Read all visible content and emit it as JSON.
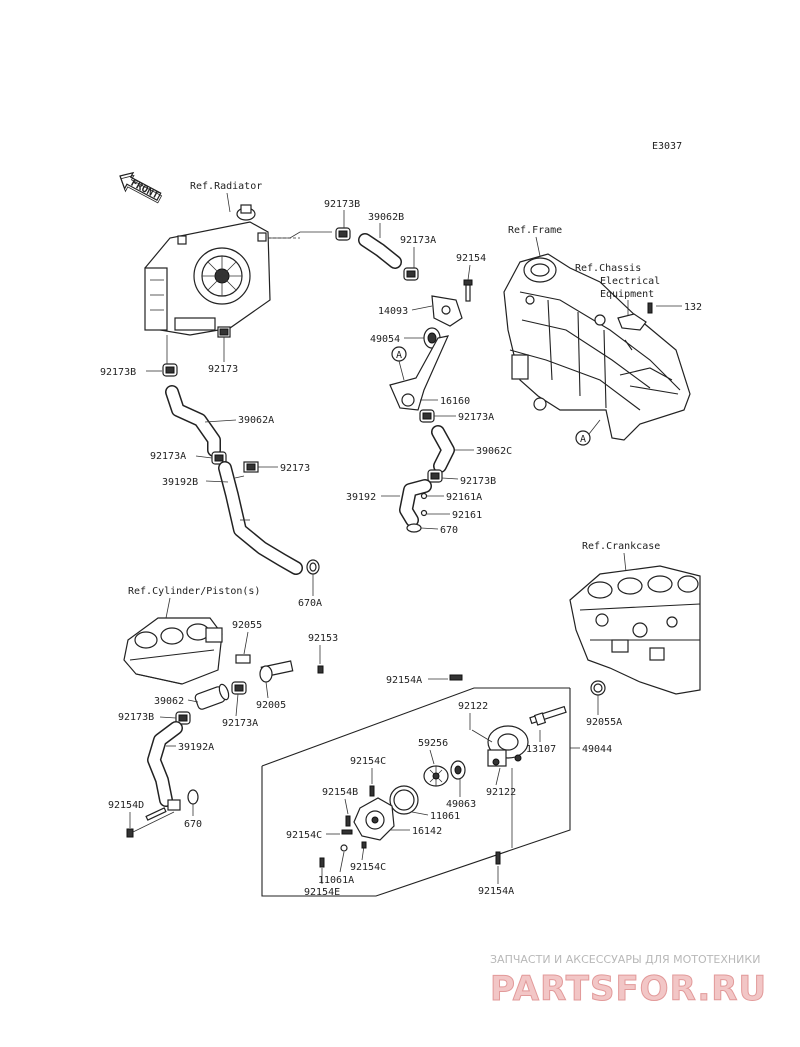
{
  "diagram_code": "E3037",
  "front_label": "FRONT",
  "refs": {
    "radiator": "Ref.Radiator",
    "frame": "Ref.Frame",
    "chassis_1": "Ref.Chassis",
    "chassis_2": "Electrical",
    "chassis_3": "Equipment",
    "crankcase": "Ref.Crankcase",
    "cylinder": "Ref.Cylinder/Piston(s)"
  },
  "callout_a": "A",
  "parts": {
    "p92173B_1": "92173B",
    "p39062B": "39062B",
    "p92173A_1": "92173A",
    "p92154_1": "92154",
    "p14093": "14093",
    "p49054": "49054",
    "p16160": "16160",
    "p92173A_2": "92173A",
    "p39062C": "39062C",
    "p92173B_2": "92173B",
    "p39192": "39192",
    "p92161A": "92161A",
    "p92161": "92161",
    "p670_1": "670",
    "p92173B_3": "92173B",
    "p92173_1": "92173",
    "p39062A": "39062A",
    "p92173A_3": "92173A",
    "p92173_2": "92173",
    "p39192B": "39192B",
    "p670A": "670A",
    "p132": "132",
    "p92055": "92055",
    "p92153": "92153",
    "p39062": "39062",
    "p92005": "92005",
    "p92173B_4": "92173B",
    "p92173A_4": "92173A",
    "p39192A": "39192A",
    "p92154D": "92154D",
    "p670_2": "670",
    "p92154A_1": "92154A",
    "p92122_1": "92122",
    "p92055A": "92055A",
    "p13107": "13107",
    "p49044": "49044",
    "p59256": "59256",
    "p92154C_1": "92154C",
    "p92154B": "92154B",
    "p49063": "49063",
    "p11061": "11061",
    "p92122_2": "92122",
    "p16142": "16142",
    "p92154C_2": "92154C",
    "p92154C_3": "92154C",
    "p11061A": "11061A",
    "p92154E": "92154E",
    "p92154A_2": "92154A"
  },
  "watermark": {
    "tagline": "ЗАПЧАСТИ И АКСЕССУАРЫ ДЛЯ МОТОТЕХНИКИ",
    "site": "PARTSFOR.RU"
  }
}
